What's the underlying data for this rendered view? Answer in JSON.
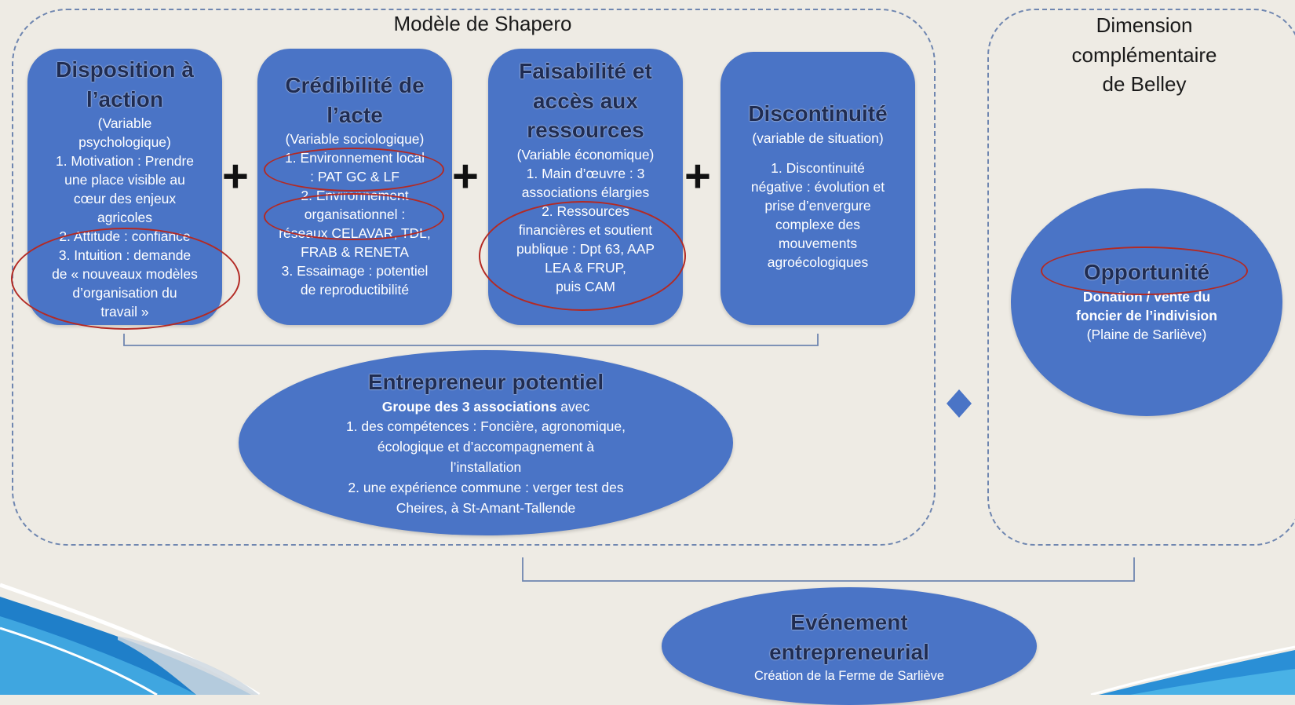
{
  "shapero_title": "Modèle de Shapero",
  "belley_title": [
    "Dimension",
    "complémentaire",
    "de Belley"
  ],
  "cards": [
    {
      "title": [
        "Disposition à",
        "l’action"
      ],
      "subtitle": [
        "(Variable",
        "psychologique)"
      ],
      "lines": [
        "1. Motivation : Prendre",
        "une place visible au",
        "cœur des enjeux",
        "agricoles",
        "2. Attitude : confiance",
        "3. Intuition : demande",
        "de « nouveaux modèles",
        "d’organisation du",
        "travail »"
      ]
    },
    {
      "title": [
        "Crédibilité de",
        "l’acte"
      ],
      "subtitle": [
        "(Variable sociologique)"
      ],
      "lines": [
        "1. Environnement local",
        ": PAT GC & LF",
        "2. Environnement",
        "organisationnel :",
        "réseaux CELAVAR, TDL,",
        "FRAB & RENETA",
        "3. Essaimage : potentiel",
        "de reproductibilité"
      ]
    },
    {
      "title": [
        "Faisabilité et",
        "accès aux",
        "ressources"
      ],
      "subtitle": [
        "(Variable économique)"
      ],
      "lines": [
        "1. Main d’œuvre : 3",
        "associations élargies",
        "2. Ressources",
        "financières et soutient",
        "publique : Dpt 63, AAP",
        "LEA & FRUP,",
        "puis CAM"
      ]
    },
    {
      "title": [
        "Discontinuité"
      ],
      "subtitle": [
        "(variable de situation)"
      ],
      "lines": [
        "",
        "1. Discontinuité",
        "négative : évolution et",
        "prise d’envergure",
        "complexe des",
        "mouvements",
        "agroécologiques"
      ]
    }
  ],
  "plus_sign": "+",
  "entrepreneur": {
    "title": "Entrepreneur potentiel",
    "group_bold": "Groupe des 3 associations",
    "group_rest": " avec",
    "lines": [
      "1. des compétences : Foncière, agronomique,",
      "écologique et d’accompagnement à",
      "l’installation",
      "2. une expérience commune : verger test des",
      "Cheires, à St-Amant-Tallende"
    ]
  },
  "opportunite": {
    "title": "Opportunité",
    "bold_lines": [
      "Donation / vente du",
      "foncier de l’indivision"
    ],
    "plain_line": "(Plaine de Sarliève)"
  },
  "evenement": {
    "title": [
      "Evénement",
      "entrepreneurial"
    ],
    "subtitle": "Création de la Ferme de Sarliève"
  },
  "colors": {
    "box_fill": "#4a74c6",
    "title_text": "#1f2c52",
    "highlight_circle": "#b32a24",
    "dashed_frame": "#6f86b0",
    "background": "#eeebe4"
  }
}
